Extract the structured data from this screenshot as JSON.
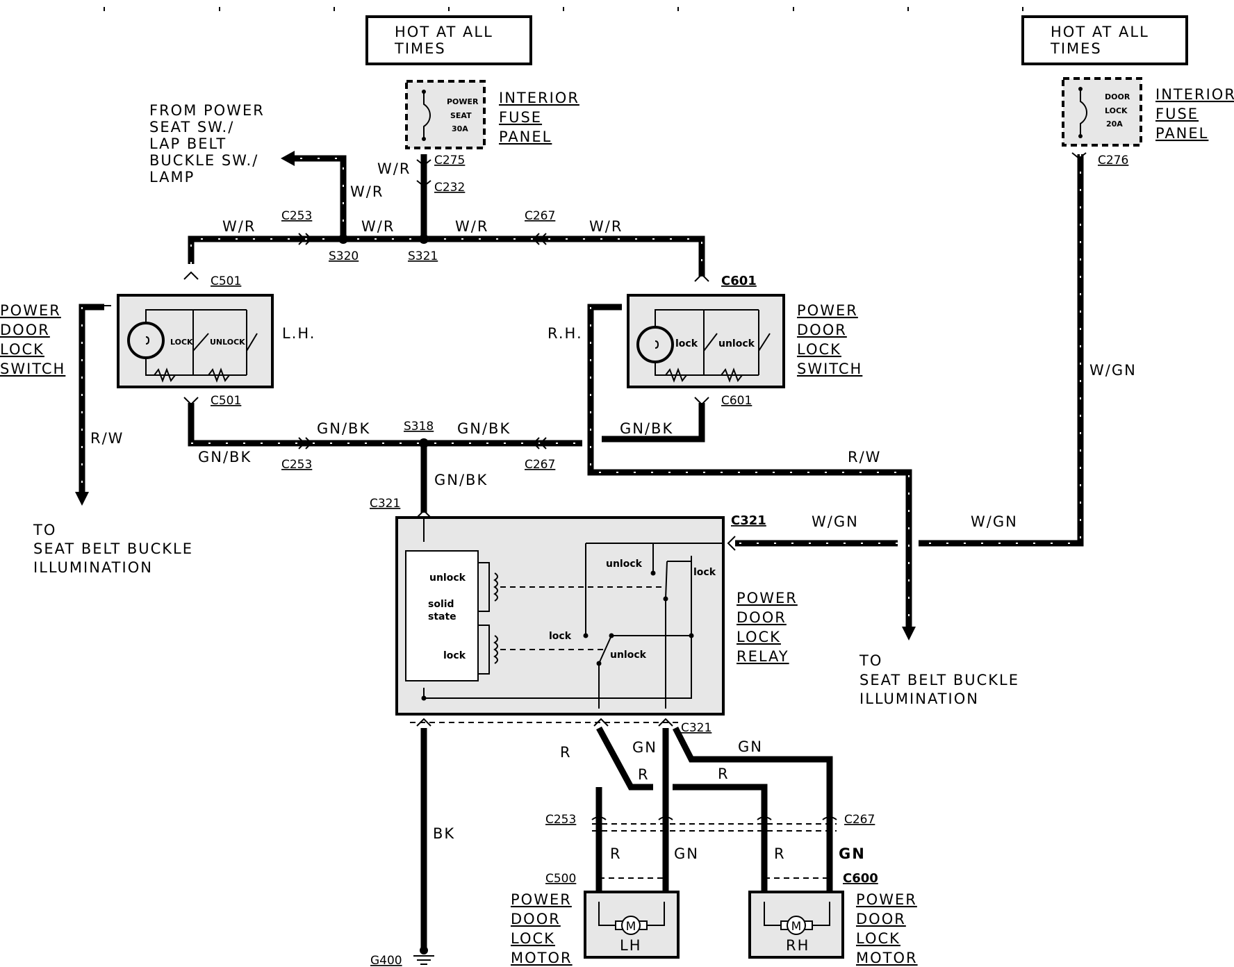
{
  "power_sources": {
    "left": "HOT AT ALL\nTIMES",
    "right": "HOT AT ALL\nTIMES"
  },
  "fuses": {
    "left": {
      "lines": [
        "POWER",
        "SEAT",
        "30A"
      ],
      "panel": [
        "INTERIOR",
        "FUSE",
        "PANEL"
      ]
    },
    "right": {
      "lines": [
        "DOOR",
        "LOCK",
        "20A"
      ],
      "panel": [
        "INTERIOR",
        "FUSE",
        "PANEL"
      ]
    }
  },
  "connectors": {
    "c275": "C275",
    "c232": "C232",
    "c276": "C276",
    "c253_top": "C253",
    "c267_top": "C267",
    "c501_top": "C501",
    "c501_bot": "C501",
    "c601_top": "C601",
    "c601_bot": "C601",
    "c253_mid": "C253",
    "c267_mid": "C267",
    "c321_top": "C321",
    "c321_right": "C321",
    "c321_bot": "C321",
    "c253_low": "C253",
    "c267_low": "C267",
    "c500": "C500",
    "c600": "C600",
    "g400": "G400"
  },
  "splices": {
    "s320": "S320",
    "s321": "S321",
    "s318": "S318"
  },
  "wire_colors": {
    "w_r": "W/R",
    "gn_bk": "GN/BK",
    "r_w": "R/W",
    "w_gn": "W/GN",
    "r": "R",
    "gn": "GN",
    "bk": "BK"
  },
  "labels": {
    "from_power_seat": [
      "FROM POWER",
      "SEAT SW./",
      "LAP BELT",
      "BUCKLE SW./",
      "LAMP"
    ],
    "to_seatbelt_left": [
      "TO",
      "SEAT BELT BUCKLE",
      "ILLUMINATION"
    ],
    "to_seatbelt_right": [
      "TO",
      "SEAT BELT BUCKLE",
      "ILLUMINATION"
    ],
    "switch_left_title": [
      "POWER",
      "DOOR",
      "LOCK",
      "SWITCH"
    ],
    "switch_right_title": [
      "POWER",
      "DOOR",
      "LOCK",
      "SWITCH"
    ],
    "lh": "L.H.",
    "rh": "R.H.",
    "relay_title": [
      "POWER",
      "DOOR",
      "LOCK",
      "RELAY"
    ],
    "motor_left_title": [
      "POWER",
      "DOOR",
      "LOCK",
      "MOTOR"
    ],
    "motor_right_title": [
      "POWER",
      "DOOR",
      "LOCK",
      "MOTOR"
    ],
    "motor_left_side": "LH",
    "motor_right_side": "RH"
  },
  "switch_internals": {
    "left_lock": "LOCK",
    "left_unlock": "UNLOCK",
    "right_lock": "lock",
    "right_unlock": "unlock"
  },
  "relay_internals": {
    "unlock_coil": "unlock",
    "solid_state": "solid\nstate",
    "lock_coil": "lock",
    "contact_unlock_top": "unlock",
    "contact_lock_top": "lock",
    "contact_lock_bot": "lock",
    "contact_unlock_bot": "unlock"
  },
  "motor_symbol": "M"
}
